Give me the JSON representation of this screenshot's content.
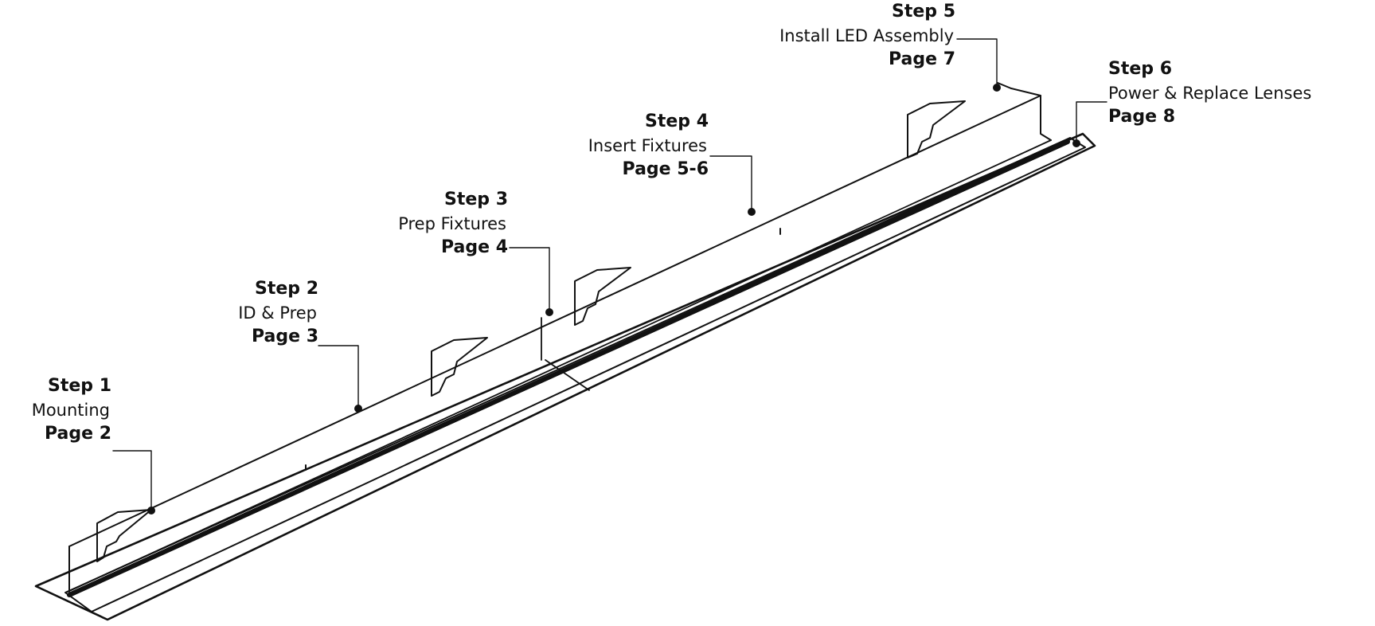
{
  "callouts": [
    {
      "id": "c1",
      "step": "Step 1",
      "action": "Mounting",
      "page": "Page 2"
    },
    {
      "id": "c2",
      "step": "Step 2",
      "action": "ID & Prep",
      "page": "Page 3"
    },
    {
      "id": "c3",
      "step": "Step 3",
      "action": "Prep Fixtures",
      "page": "Page 4"
    },
    {
      "id": "c4",
      "step": "Step 4",
      "action": "Insert Fixtures",
      "page": "Page 5-6"
    },
    {
      "id": "c5",
      "step": "Step 5",
      "action": "Install LED Assembly",
      "page": "Page 7"
    },
    {
      "id": "c6",
      "step": "Step 6",
      "action": "Power & Replace Lenses",
      "page": "Page 8"
    }
  ],
  "colors": {
    "line": "#111111",
    "background": "#ffffff"
  }
}
